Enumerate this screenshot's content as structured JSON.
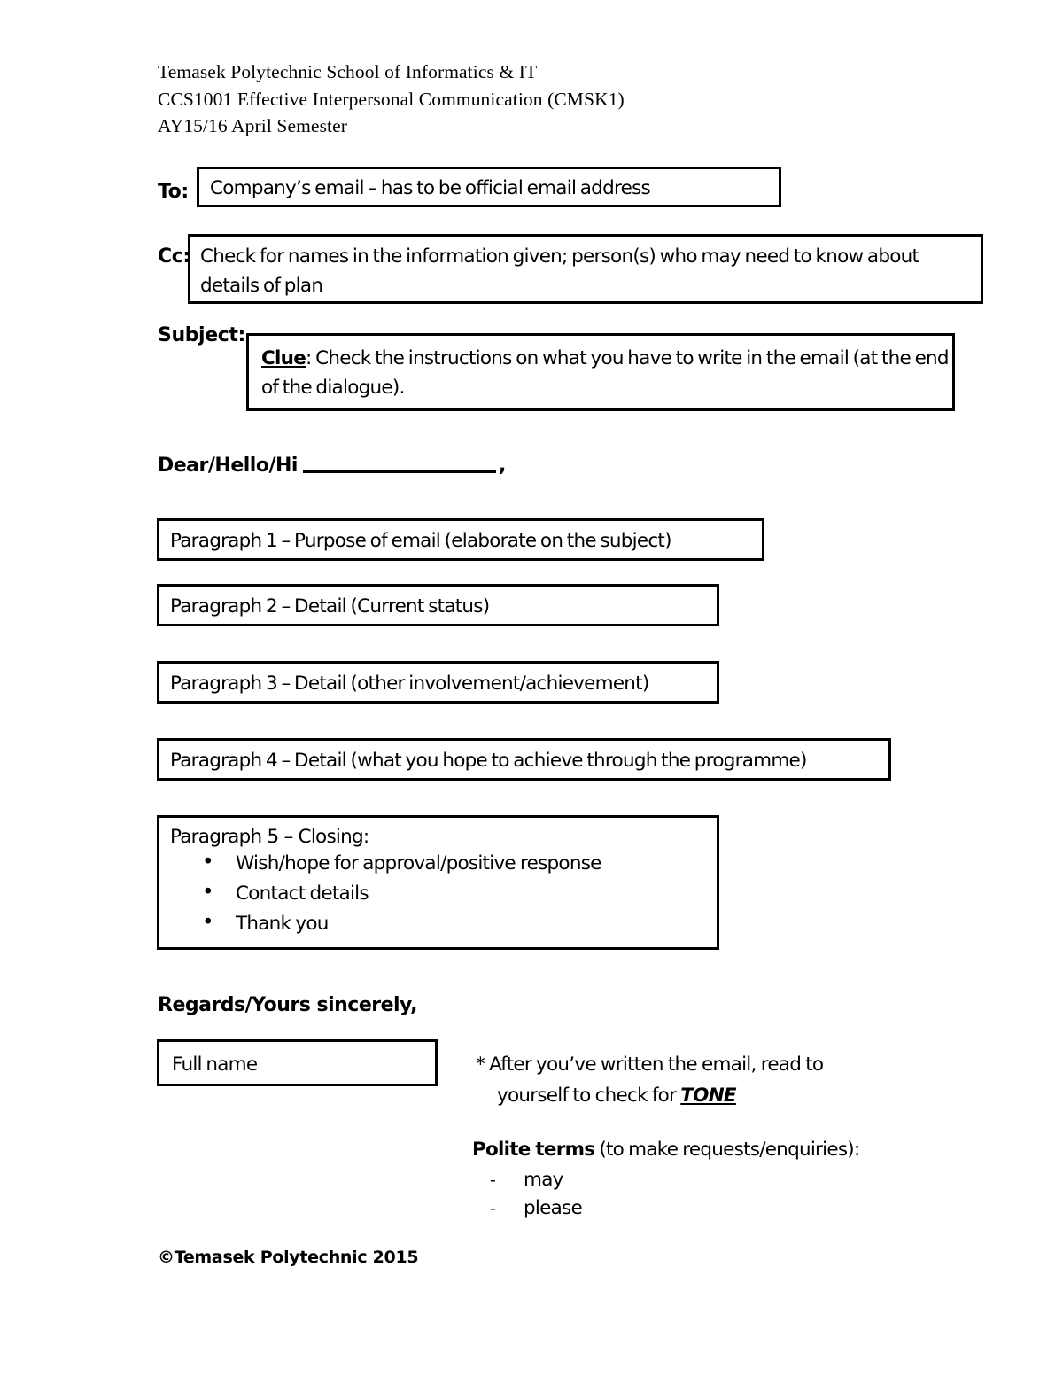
{
  "document": {
    "header_lines": [
      "Temasek Polytechnic School of Informatics & IT",
      "CCS1001 Effective Interpersonal Communication (CMSK1)",
      "AY15/16 April Semester"
    ],
    "footer": "©Temasek Polytechnic 2015"
  },
  "email_form": {
    "to": {
      "label": "To:",
      "value": "Company’s email – has to be official email address"
    },
    "cc": {
      "label": "Cc:",
      "value": "Check for names in the information given; person(s) who may need to know about details of plan"
    },
    "subject": {
      "label": "Subject:",
      "clue_label": "Clue",
      "value": ": Check the instructions on what you have to write in the email (at the end of the dialogue)."
    },
    "greeting": {
      "prefix": "Dear/Hello/Hi",
      "blank": "________________",
      "suffix": ","
    },
    "signoff": "Regards/Yours sincerely,",
    "fullname": "Full name"
  },
  "paragraphs": [
    {
      "text": "Paragraph 1 – Purpose of email (elaborate on the subject)"
    },
    {
      "text": "Paragraph 2 – Detail (Current status)"
    },
    {
      "text": "Paragraph 3 – Detail (other involvement/achievement)"
    },
    {
      "text": "Paragraph 4 – Detail (what you hope to achieve through the programme)"
    }
  ],
  "closing_box": {
    "title": "Paragraph 5 – Closing:",
    "bullets": [
      "Wish/hope for approval/positive response",
      "Contact details",
      "Thank you"
    ]
  },
  "notes": {
    "tone_note_line1": "* After you’ve written the email, read to",
    "tone_note_line2_prefix": "yourself to check for ",
    "tone_note_keyword": "TONE",
    "polite_terms_heading_bold": "Polite terms",
    "polite_terms_heading_rest": " (to make requests/enquiries):",
    "polite_terms": [
      "may",
      "please"
    ]
  }
}
